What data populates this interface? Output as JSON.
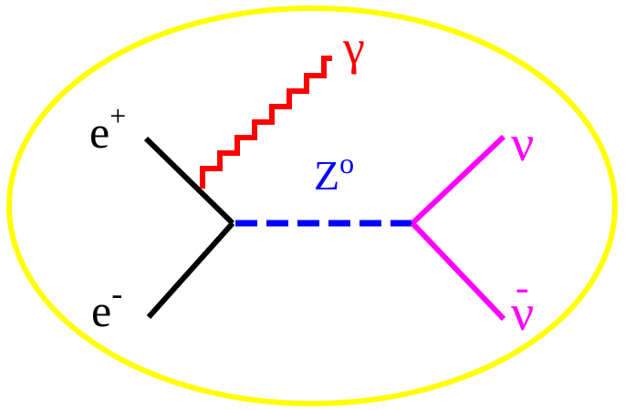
{
  "diagram": {
    "labels": {
      "positron": {
        "base": "e",
        "sup": "+"
      },
      "electron": {
        "base": "e",
        "sup": "-"
      },
      "photon": "γ",
      "z_boson": {
        "base": "Z",
        "sup": "o"
      },
      "neutrino": "ν",
      "antineutrino": {
        "base": "ν",
        "bar": "-"
      }
    },
    "colors": {
      "outline": "#ffff00",
      "fermion": "#000000",
      "photon": "#ff0000",
      "z_boson": "#0000ff",
      "neutrino": "#ff00ff"
    }
  }
}
